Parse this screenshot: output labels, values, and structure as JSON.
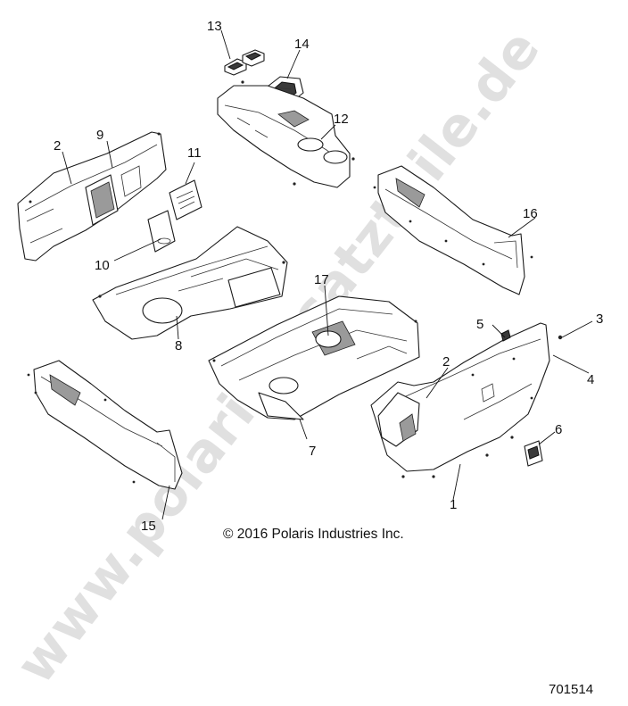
{
  "watermark": "www.polarisersatzteile.de",
  "copyright": "© 2016 Polaris Industries Inc.",
  "figure_number": "701514",
  "callouts": [
    "1",
    "2",
    "2",
    "3",
    "4",
    "5",
    "6",
    "7",
    "8",
    "9",
    "10",
    "11",
    "12",
    "13",
    "14",
    "15",
    "16",
    "17"
  ]
}
